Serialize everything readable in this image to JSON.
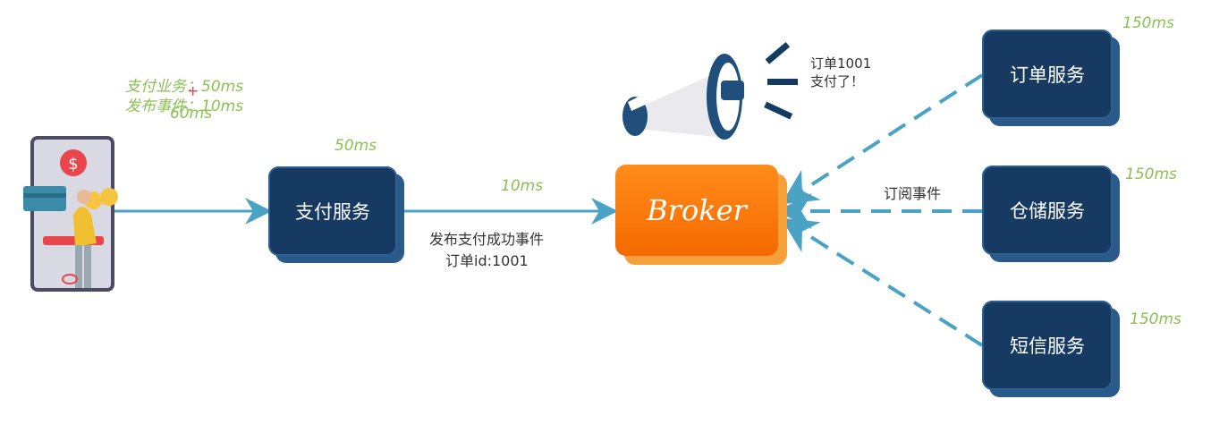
{
  "annotations": {
    "pay_business": "支付业务：50ms",
    "publish_event": "发布事件：10ms",
    "total": "60ms",
    "pay_service_time": "50ms",
    "publish_time": "10ms",
    "order_time": "150ms",
    "storage_time": "150ms",
    "sms_time": "150ms"
  },
  "nodes": {
    "pay_service": "支付服务",
    "broker": "Broker",
    "order_service": "订单服务",
    "storage_service": "仓储服务",
    "sms_service": "短信服务"
  },
  "edge_labels": {
    "publish_line1": "发布支付成功事件",
    "publish_line2": "订单id:1001",
    "subscribe": "订阅事件"
  },
  "megaphone": {
    "line1": "订单1001",
    "line2": "支付了！"
  },
  "colors": {
    "service_fill": "#173a62",
    "broker_fill": "#f56a00",
    "arrow": "#4aa3c4",
    "timing_text": "#8cc152"
  }
}
